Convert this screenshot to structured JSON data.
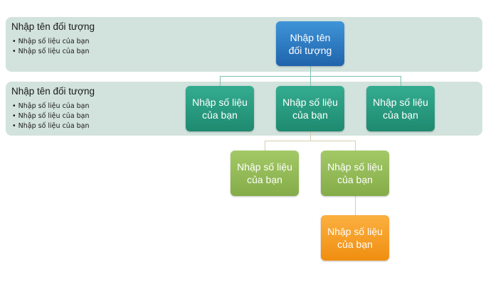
{
  "bands": [
    {
      "title": "Nhập tên đối tượng",
      "bullets": [
        "Nhập số liệu của bạn",
        "Nhập số liệu của bạn"
      ]
    },
    {
      "title": "Nhập tên đối tượng",
      "bullets": [
        "Nhập số liệu của bạn",
        "Nhập số liệu của bạn",
        "Nhập số liệu của bạn"
      ]
    }
  ],
  "nodes": {
    "root": "Nhập tên đối tượng",
    "level2": [
      "Nhập số liệu của bạn",
      "Nhập số liệu của bạn",
      "Nhập số liệu của bạn"
    ],
    "level3": [
      "Nhập số liệu của bạn",
      "Nhập số liệu của bạn"
    ],
    "level4": "Nhập số liệu của bạn"
  },
  "colors": {
    "band": "#d2e2dc",
    "root": "#2a78c4",
    "level2": "#269b80",
    "level3": "#93bb57",
    "level4": "#f7a020"
  }
}
